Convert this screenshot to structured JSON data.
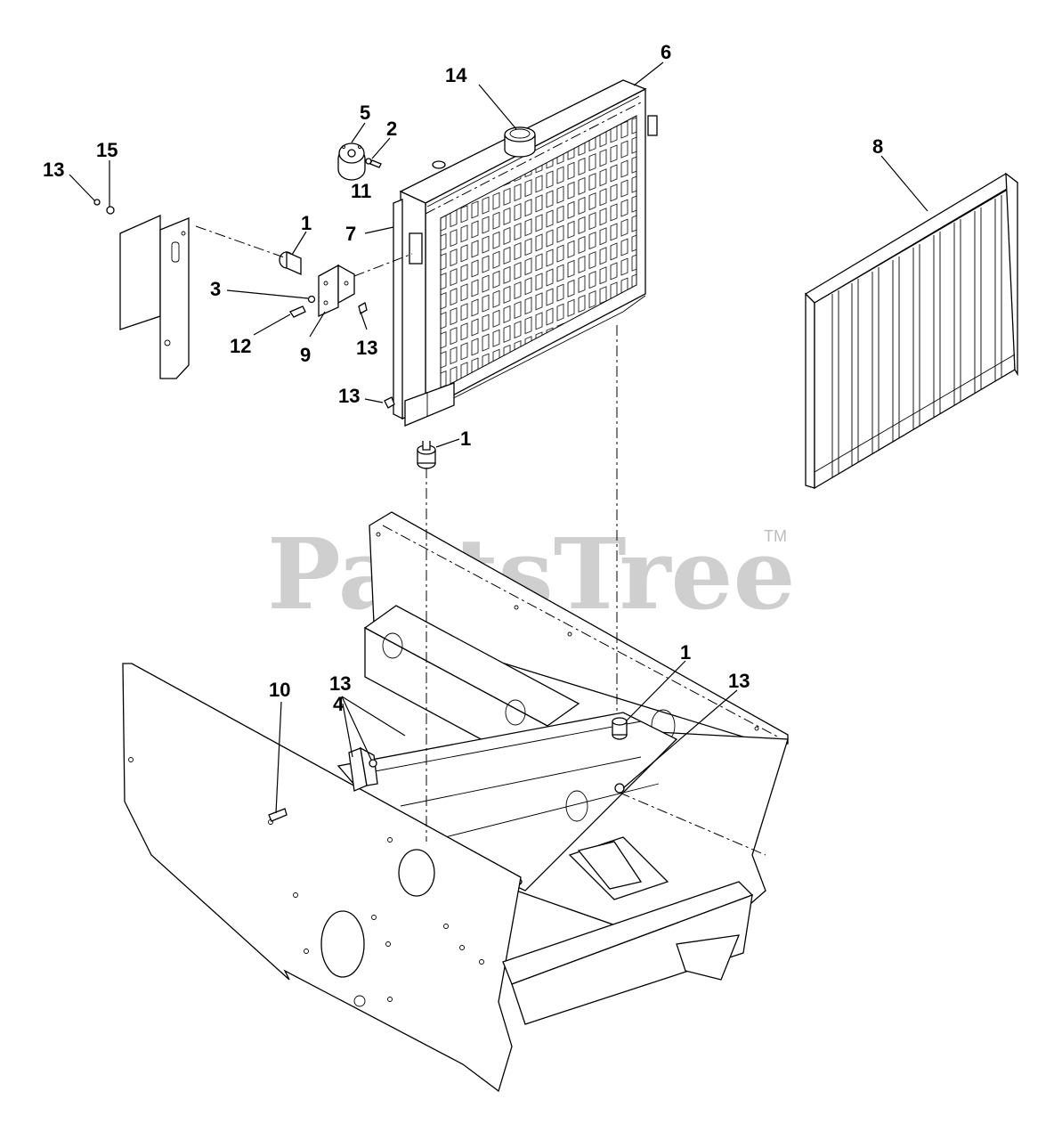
{
  "watermark": {
    "text": "PartsTree",
    "trademark": "TM"
  },
  "callouts": [
    {
      "id": "c14",
      "label": "14"
    },
    {
      "id": "c6",
      "label": "6"
    },
    {
      "id": "c5",
      "label": "5"
    },
    {
      "id": "c2",
      "label": "2"
    },
    {
      "id": "c11",
      "label": "11"
    },
    {
      "id": "c15",
      "label": "15"
    },
    {
      "id": "c13a",
      "label": "13"
    },
    {
      "id": "c1a",
      "label": "1"
    },
    {
      "id": "c7",
      "label": "7"
    },
    {
      "id": "c3",
      "label": "3"
    },
    {
      "id": "c12",
      "label": "12"
    },
    {
      "id": "c9",
      "label": "9"
    },
    {
      "id": "c13b",
      "label": "13"
    },
    {
      "id": "c13c",
      "label": "13"
    },
    {
      "id": "c1b",
      "label": "1"
    },
    {
      "id": "c8",
      "label": "8"
    },
    {
      "id": "c1c",
      "label": "1"
    },
    {
      "id": "c13d",
      "label": "13"
    },
    {
      "id": "c10",
      "label": "10"
    },
    {
      "id": "c4",
      "label": "4"
    },
    {
      "id": "c13e",
      "label": "13"
    }
  ]
}
